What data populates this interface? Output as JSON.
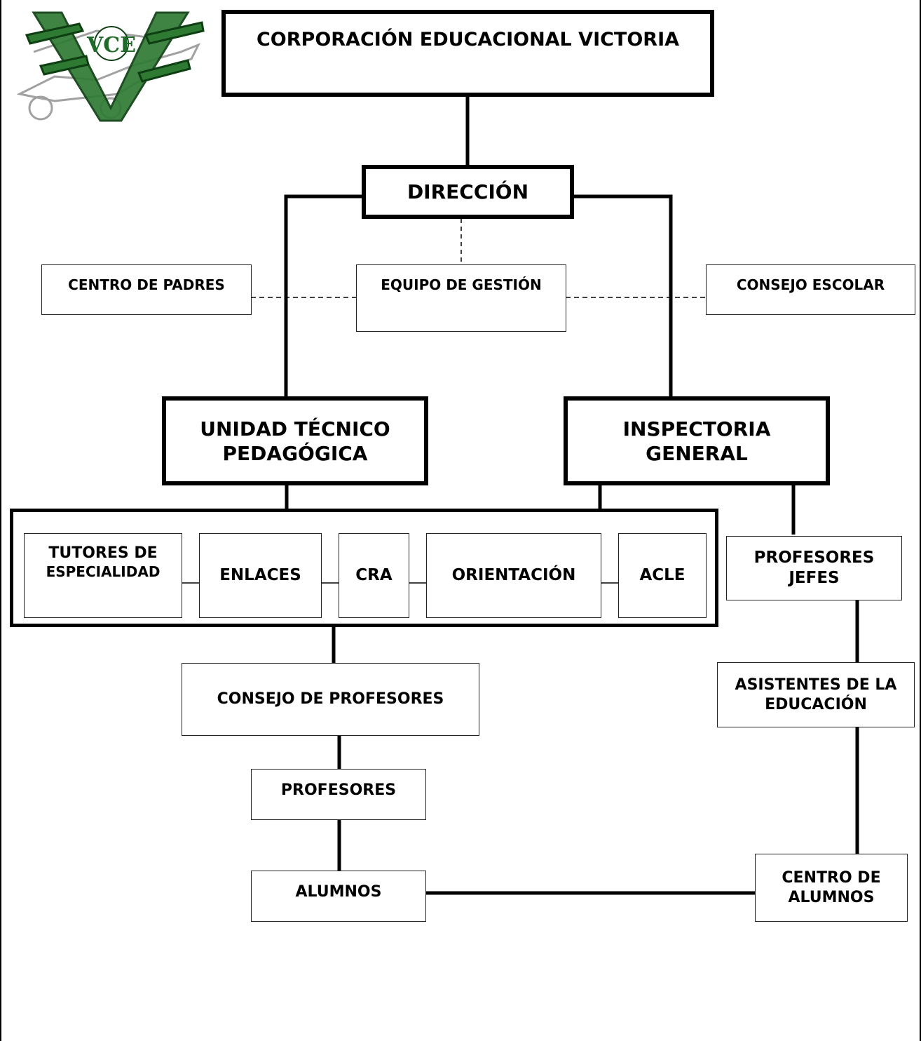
{
  "logo": {
    "letters": "VCE",
    "brand_color": "#1f6a28"
  },
  "nodes": {
    "corporacion": "CORPORACIÓN EDUCACIONAL VICTORIA",
    "direccion": "DIRECCIÓN",
    "centro_padres": "CENTRO DE PADRES",
    "equipo_gestion": "EQUIPO DE GESTIÓN",
    "consejo_escolar": "CONSEJO ESCOLAR",
    "utp_line1": "UNIDAD TÉCNICO",
    "utp_line2": "PEDAGÓGICA",
    "inspectoria_line1": "INSPECTORIA",
    "inspectoria_line2": "GENERAL",
    "tutores_line1": "TUTORES DE",
    "tutores_line2": "ESPECIALIDAD",
    "enlaces": "ENLACES",
    "cra": "CRA",
    "orientacion": "ORIENTACIÓN",
    "acle": "ACLE",
    "profesores_jefes_line1": "PROFESORES",
    "profesores_jefes_line2": "JEFES",
    "consejo_profesores": "CONSEJO DE PROFESORES",
    "asistentes_line1": "ASISTENTES DE LA",
    "asistentes_line2": "EDUCACIÓN",
    "profesores": "PROFESORES",
    "alumnos": "ALUMNOS",
    "centro_alumnos_line1": "CENTRO DE",
    "centro_alumnos_line2": "ALUMNOS"
  }
}
